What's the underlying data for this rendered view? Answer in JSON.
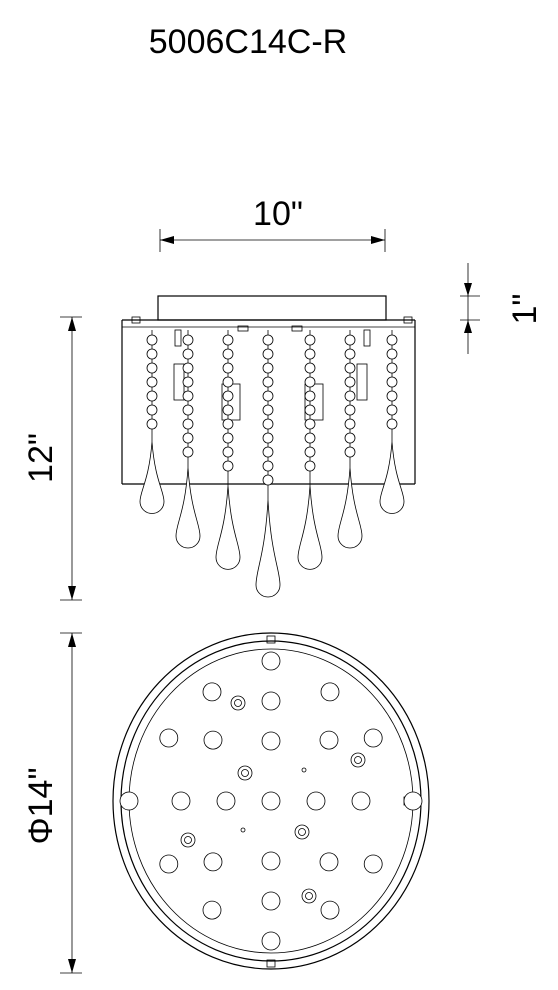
{
  "model_number": "5006C14C-R",
  "dimensions": {
    "width": "10\"",
    "canopy_height": "1\"",
    "height": "12\"",
    "diameter": "Φ14\""
  }
}
